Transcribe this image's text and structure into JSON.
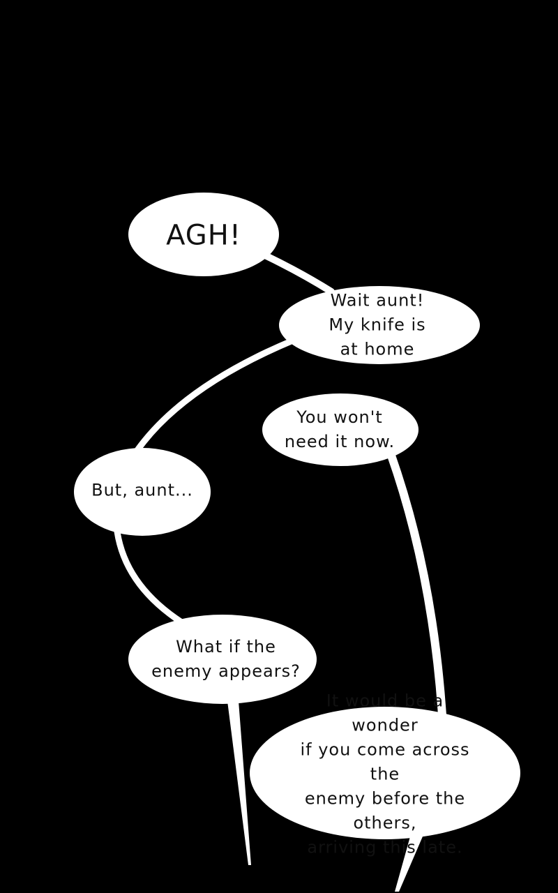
{
  "bubbles": [
    {
      "text": "AGH!"
    },
    {
      "text": "Wait aunt!\nMy knife is\nat home"
    },
    {
      "text": "You won't\nneed it now."
    },
    {
      "text": "But, aunt..."
    },
    {
      "text": "What if the\nenemy appears?"
    },
    {
      "text": "It would be a wonder\nif you come across the\nenemy before the others,\narriving this late."
    }
  ],
  "colors": {
    "background": "#000000",
    "bubble": "#ffffff",
    "text": "#111111"
  }
}
